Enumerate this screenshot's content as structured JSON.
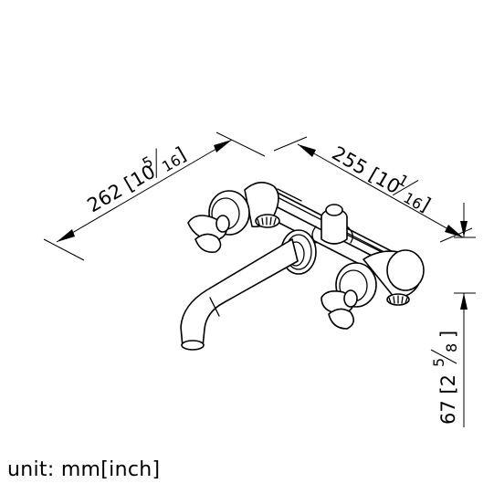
{
  "dimensions": {
    "depth": {
      "mm": "262",
      "inch_whole": "10",
      "inch_num": "5",
      "inch_den": "16"
    },
    "width": {
      "mm": "255",
      "inch_whole": "10",
      "inch_num": "1",
      "inch_den": "16"
    },
    "height": {
      "mm": "67",
      "inch_whole": "2",
      "inch_num": "5",
      "inch_den": "8"
    }
  },
  "unit_note": "unit: mm[inch]"
}
